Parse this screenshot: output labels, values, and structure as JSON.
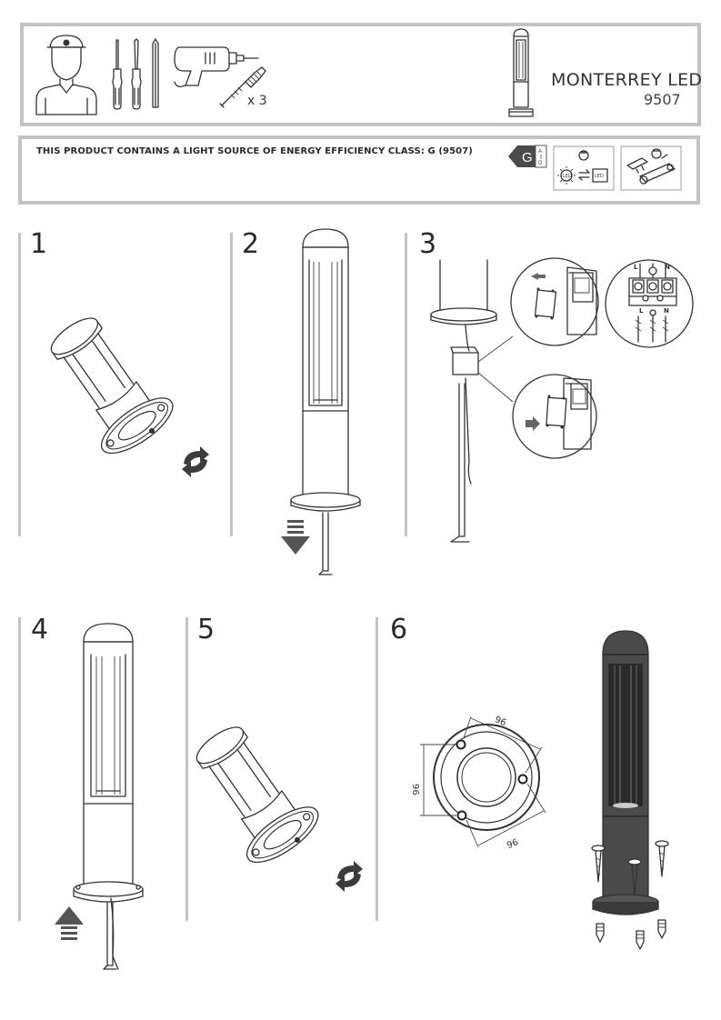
{
  "header": {
    "product_name": "MONTERREY LED",
    "product_code": "9507",
    "screw_quantity": "x 3",
    "tools": [
      "installer-person-icon",
      "screwdriver-icon",
      "screwdriver-icon",
      "screwdriver-icon",
      "power-drill-icon",
      "wall-plug-screw-icon"
    ]
  },
  "energy": {
    "notice": "THIS PRODUCT CONTAINS A LIGHT SOURCE OF ENERGY EFFICIENCY CLASS: G (9507)",
    "class_letter": "G",
    "scale_top": "A",
    "scale_bottom": "G",
    "icons": [
      "light-source-replaceable-icon",
      "control-gear-replaceable-icon"
    ]
  },
  "steps": [
    {
      "number": "1"
    },
    {
      "number": "2"
    },
    {
      "number": "3"
    },
    {
      "number": "4"
    },
    {
      "number": "5"
    },
    {
      "number": "6"
    }
  ],
  "wiring": {
    "terminal_labels": [
      "L",
      "N"
    ]
  },
  "dimensions": {
    "side_a": "96",
    "side_b": "96",
    "side_c": "96"
  }
}
